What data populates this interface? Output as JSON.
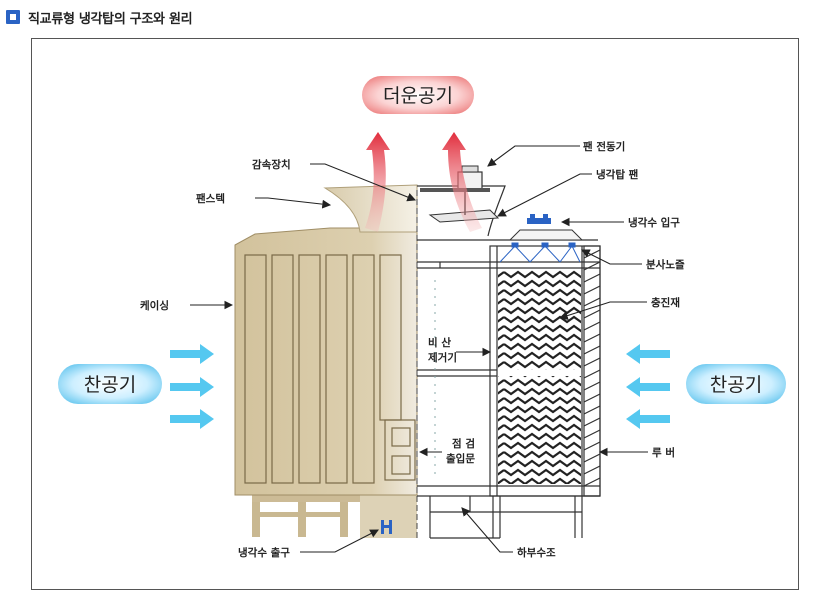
{
  "header": {
    "title": "직교류형 냉각탑의 구조와 원리"
  },
  "badges": {
    "hot_air": "더운공기",
    "cold_air_left": "찬공기",
    "cold_air_right": "찬공기"
  },
  "labels": {
    "reducer": "감속장치",
    "fan_stack": "팬스텍",
    "fan_motor": "팬 전동기",
    "tower_fan": "냉각탑 팬",
    "water_inlet": "냉각수 입구",
    "spray_nozzle": "분사노즐",
    "fill": "충진재",
    "casing": "케이싱",
    "eliminator_1": "비  산",
    "eliminator_2": "제거기",
    "access_door_1": "점  검",
    "access_door_2": "출입문",
    "louver": "루  버",
    "water_outlet": "냉각수 출구",
    "basin": "하부수조"
  },
  "colors": {
    "accent": "#2a63c4",
    "casing": "#d9caa6",
    "hot_air": "#e8536a",
    "cold_air": "#55c8f0"
  }
}
